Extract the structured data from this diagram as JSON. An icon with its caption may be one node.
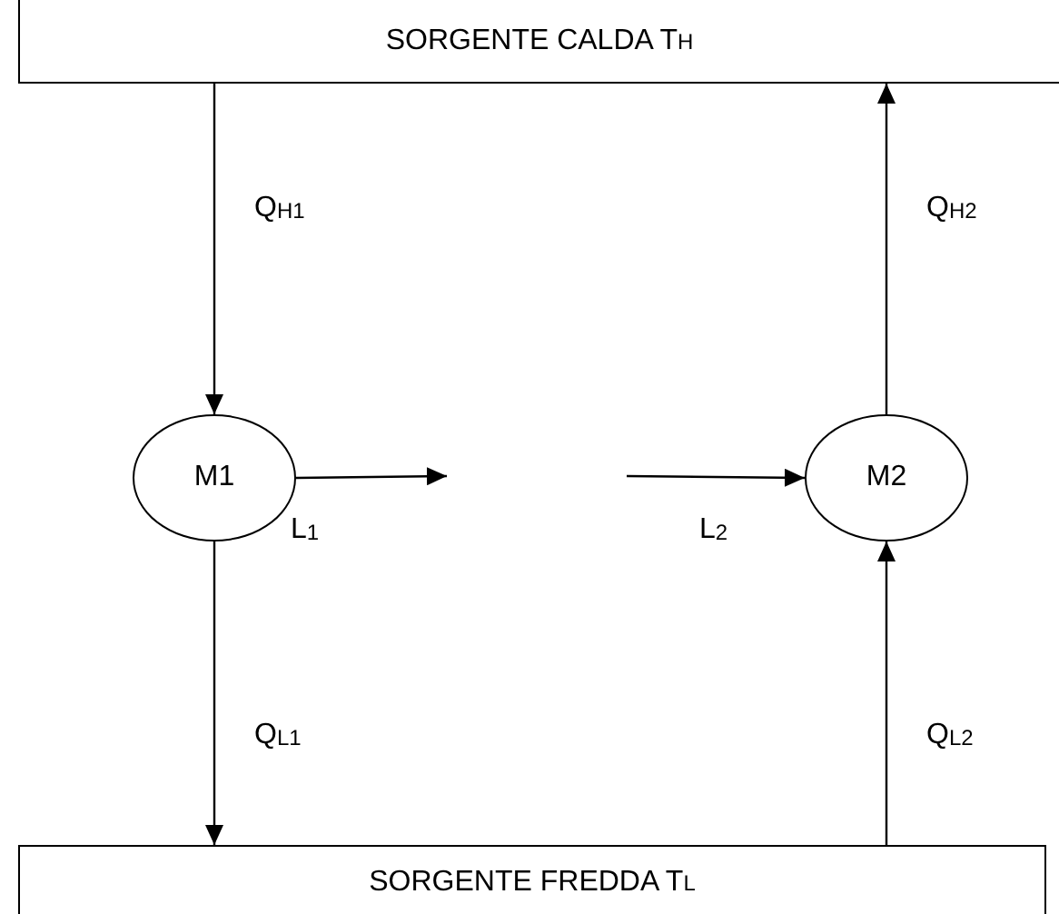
{
  "diagram": {
    "nodes": [
      {
        "text": [
          "SORGENTE CALDA T$_{H}$"
        ]
      },
      {
        "text": [
          "SORGENTE FREDDA T$_{L}$"
        ]
      },
      {
        "text": [
          "M1"
        ]
      },
      {
        "text": [
          "M2"
        ]
      }
    ],
    "edges": [
      {
        "from": 0,
        "to": 2,
        "arrow": "to",
        "label": "Q$_{H1}$"
      },
      {
        "from": 2,
        "to": 1,
        "arrow": "to",
        "label": "Q$_{L1}$"
      },
      {
        "from": 3,
        "to": 0,
        "arrow": "to",
        "label": "Q$_{H2}$"
      },
      {
        "from": 1,
        "to": 3,
        "arrow": "to",
        "label": "Q$_{L2}$"
      },
      {
        "from": 2,
        "to": null,
        "arrow": "to",
        "label": "L$_{1}$"
      },
      {
        "from": null,
        "to": 3,
        "arrow": "to",
        "label": "L$_{2}$"
      }
    ]
  }
}
